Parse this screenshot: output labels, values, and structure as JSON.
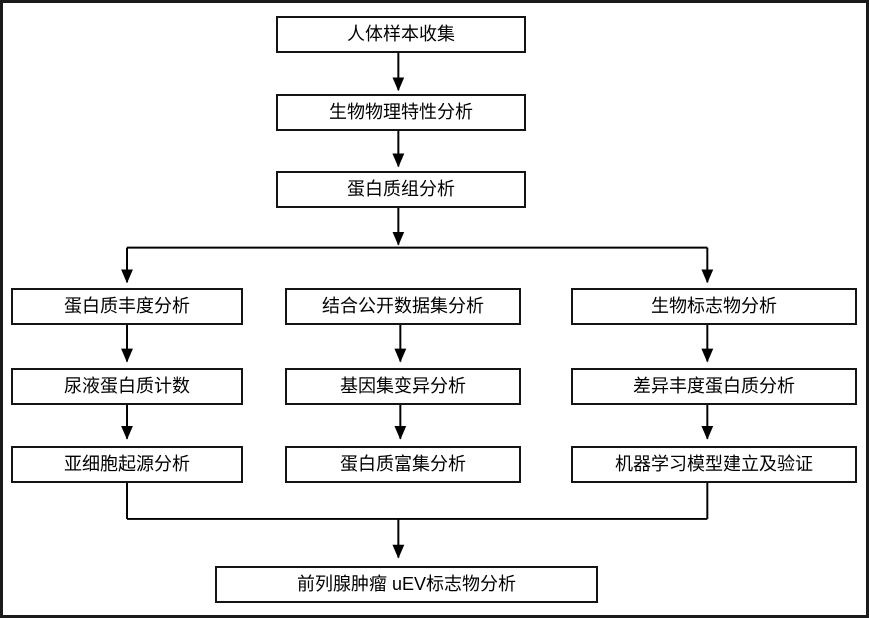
{
  "diagram": {
    "type": "flowchart",
    "background_color": "#ffffff",
    "line_color": "#000000",
    "box_border_color": "#141414",
    "nodes": {
      "top": [
        {
          "id": "sample-collection",
          "label": "人体样本收集"
        },
        {
          "id": "biophysical-analysis",
          "label": "生物物理特性分析"
        },
        {
          "id": "proteome-analysis",
          "label": "蛋白质组分析"
        }
      ],
      "left_branch": [
        {
          "id": "protein-abundance-analysis",
          "label": "蛋白质丰度分析"
        },
        {
          "id": "urine-protein-count",
          "label": "尿液蛋白质计数"
        },
        {
          "id": "subcellular-origin-analysis",
          "label": "亚细胞起源分析"
        }
      ],
      "middle_branch": [
        {
          "id": "public-dataset-analysis",
          "label": "结合公开数据集分析"
        },
        {
          "id": "gene-set-variation-analysis",
          "label": "基因集变异分析"
        },
        {
          "id": "protein-enrichment-analysis",
          "label": "蛋白质富集分析"
        }
      ],
      "right_branch": [
        {
          "id": "biomarker-analysis",
          "label": "生物标志物分析"
        },
        {
          "id": "differential-abundance-analysis",
          "label": "差异丰度蛋白质分析"
        },
        {
          "id": "ml-model-build-validate",
          "label": "机器学习模型建立及验证"
        }
      ],
      "final": {
        "id": "uev-marker-analysis",
        "label": "前列腺肿瘤 uEV标志物分析"
      }
    }
  }
}
